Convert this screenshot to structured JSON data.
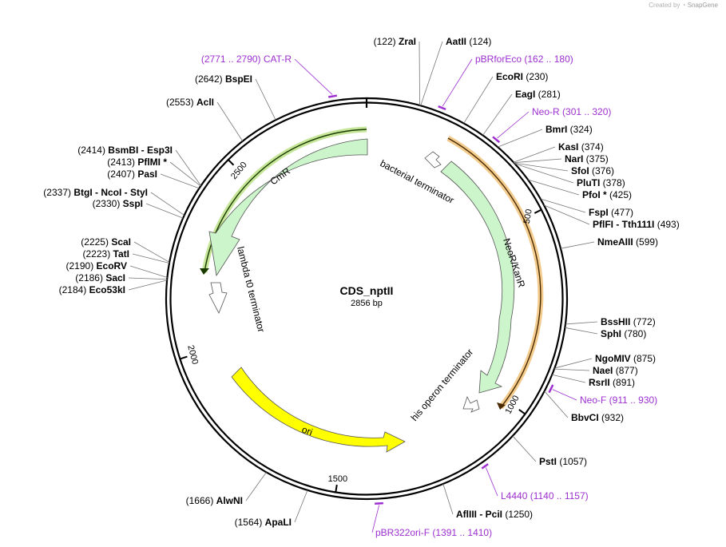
{
  "watermark": {
    "prefix": "Created by",
    "brand": "SnapGene"
  },
  "plasmid": {
    "name": "CDS_nptII",
    "length_label": "2856 bp",
    "length": 2856
  },
  "ticks": [
    {
      "label": "500",
      "pos": 500
    },
    {
      "label": "1000",
      "pos": 1000
    },
    {
      "label": "1500",
      "pos": 1500
    },
    {
      "label": "2000",
      "pos": 2000
    },
    {
      "label": "2500",
      "pos": 2500
    }
  ],
  "enzymes": [
    {
      "id": "zrai",
      "name": "ZraI",
      "coord": "(122)",
      "pos": 122
    },
    {
      "id": "aatii",
      "name": "AatII",
      "coord": "(124)",
      "pos": 124
    },
    {
      "id": "ecori",
      "name": "EcoRI",
      "coord": "(230)",
      "pos": 230
    },
    {
      "id": "eagi",
      "name": "EagI",
      "coord": "(281)",
      "pos": 281
    },
    {
      "id": "bmri",
      "name": "BmrI",
      "coord": "(324)",
      "pos": 324
    },
    {
      "id": "kasi",
      "name": "KasI",
      "coord": "(374)",
      "pos": 374
    },
    {
      "id": "nari",
      "name": "NarI",
      "coord": "(375)",
      "pos": 375
    },
    {
      "id": "sfoi",
      "name": "SfoI",
      "coord": "(376)",
      "pos": 376
    },
    {
      "id": "pluti",
      "name": "PluTI",
      "coord": "(378)",
      "pos": 378
    },
    {
      "id": "pfoi",
      "name": "PfoI *",
      "coord": "(425)",
      "pos": 425
    },
    {
      "id": "fspi",
      "name": "FspI",
      "coord": "(477)",
      "pos": 477
    },
    {
      "id": "pflfi",
      "name": "PflFI  -  Tth111I",
      "coord": "(493)",
      "pos": 493
    },
    {
      "id": "nmeaiii",
      "name": "NmeAIII",
      "coord": "(599)",
      "pos": 599
    },
    {
      "id": "besshii",
      "name": "BssHII",
      "coord": "(772)",
      "pos": 772
    },
    {
      "id": "sphi",
      "name": "SphI",
      "coord": "(780)",
      "pos": 780
    },
    {
      "id": "ngomiv",
      "name": "NgoMIV",
      "coord": "(875)",
      "pos": 875
    },
    {
      "id": "naei",
      "name": "NaeI",
      "coord": "(877)",
      "pos": 877
    },
    {
      "id": "rsrii",
      "name": "RsrII",
      "coord": "(891)",
      "pos": 891
    },
    {
      "id": "bbvci",
      "name": "BbvCI",
      "coord": "(932)",
      "pos": 932
    },
    {
      "id": "psti",
      "name": "PstI",
      "coord": "(1057)",
      "pos": 1057
    },
    {
      "id": "afliii",
      "name": "AflIII  -  PciI",
      "coord": "(1250)",
      "pos": 1250
    },
    {
      "id": "apali",
      "name": "ApaLI",
      "coord": "(1564)",
      "pos": 1564
    },
    {
      "id": "alwni",
      "name": "AlwNI",
      "coord": "(1666)",
      "pos": 1666
    },
    {
      "id": "eco53ki",
      "name": "Eco53kI",
      "coord": "(2184)",
      "pos": 2184
    },
    {
      "id": "saci",
      "name": "SacI",
      "coord": "(2186)",
      "pos": 2186
    },
    {
      "id": "ecorv",
      "name": "EcoRV",
      "coord": "(2190)",
      "pos": 2190
    },
    {
      "id": "tati",
      "name": "TatI",
      "coord": "(2223)",
      "pos": 2223
    },
    {
      "id": "scai",
      "name": "ScaI",
      "coord": "(2225)",
      "pos": 2225
    },
    {
      "id": "sspi",
      "name": "SspI",
      "coord": "(2330)",
      "pos": 2330
    },
    {
      "id": "btgi",
      "name": "BtgI  -  NcoI  -  StyI",
      "coord": "(2337)",
      "pos": 2337
    },
    {
      "id": "pasi",
      "name": "PasI",
      "coord": "(2407)",
      "pos": 2407
    },
    {
      "id": "pflmi",
      "name": "PflMI *",
      "coord": "(2413)",
      "pos": 2413
    },
    {
      "id": "bsmbi",
      "name": "BsmBI  -  Esp3I",
      "coord": "(2414)",
      "pos": 2414
    },
    {
      "id": "acli",
      "name": "AclI",
      "coord": "(2553)",
      "pos": 2553
    },
    {
      "id": "bspei",
      "name": "BspEI",
      "coord": "(2642)",
      "pos": 2642
    }
  ],
  "primers": [
    {
      "id": "catr",
      "name": "CAT-R",
      "coord": "(2771 .. 2790)",
      "start": 2771,
      "end": 2790
    },
    {
      "id": "pbrforeco",
      "name": "pBRforEco",
      "coord": "(162 .. 180)",
      "start": 162,
      "end": 180
    },
    {
      "id": "neor",
      "name": "Neo-R",
      "coord": "(301 .. 320)",
      "start": 301,
      "end": 320
    },
    {
      "id": "neof",
      "name": "Neo-F",
      "coord": "(911 .. 930)",
      "start": 911,
      "end": 930
    },
    {
      "id": "l4440",
      "name": "L4440",
      "coord": "(1140 .. 1157)",
      "start": 1140,
      "end": 1157
    },
    {
      "id": "pbr322orif",
      "name": "pBR322ori-F",
      "coord": "(1391 .. 1410)",
      "start": 1391,
      "end": 1410
    }
  ],
  "features": [
    {
      "id": "cmr",
      "label": "CmR",
      "color": "#ccf5cc"
    },
    {
      "id": "neokanr",
      "label": "NeoR/KanR",
      "color": "#ccf5cc"
    },
    {
      "id": "ori",
      "label": "ori",
      "color": "#ffff00"
    },
    {
      "id": "bacterial-terminator",
      "label": "bacterial terminator",
      "color": "#ffffff"
    },
    {
      "id": "lambda-terminator",
      "label": "lambda t0 terminator",
      "color": "#ffffff"
    },
    {
      "id": "his-terminator",
      "label": "his operon terminator",
      "color": "#ffffff"
    }
  ],
  "colors": {
    "primer": "#9d2fd0",
    "orange_hl": "#e89a28",
    "green_hl": "#5aa800",
    "backbone": "#000000"
  }
}
